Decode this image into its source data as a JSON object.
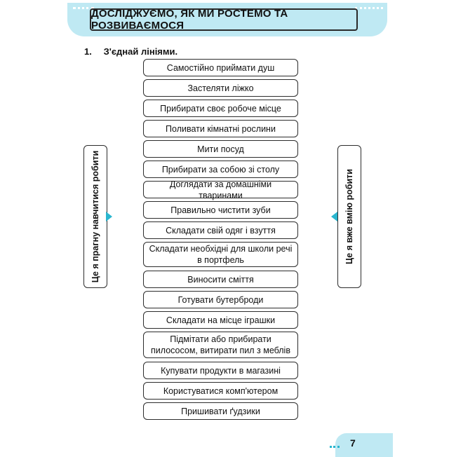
{
  "header": {
    "title": "ДОСЛІДЖУЄМО, ЯК МИ РОСТЕМО ТА РОЗВИВАЄМОСЯ"
  },
  "task": {
    "number": "1.",
    "instruction": "З'єднай лініями."
  },
  "left_label": "Це я прагну навчитися робити",
  "right_label": "Це я вже вмію робити",
  "items": [
    "Самостійно приймати душ",
    "Застеляти ліжко",
    "Прибирати своє робоче місце",
    "Поливати кімнатні рослини",
    "Мити посуд",
    "Прибирати за собою зі столу",
    "Доглядати за домашніми тваринами",
    "Правильно чистити зуби",
    "Складати свій одяг і взуття",
    "Складати необхідні для школи речі в портфель",
    "Виносити сміття",
    "Готувати бутерброди",
    "Складати на місце іграшки",
    "Підмітати або прибирати пилососом, витирати пил з меблів",
    "Купувати продукти в магазині",
    "Користуватися комп'ютером",
    "Пришивати ґудзики"
  ],
  "page_number": "7",
  "colors": {
    "accent": "#bfe9f3",
    "arrow": "#2ab6cf",
    "border": "#2c2c2c"
  }
}
